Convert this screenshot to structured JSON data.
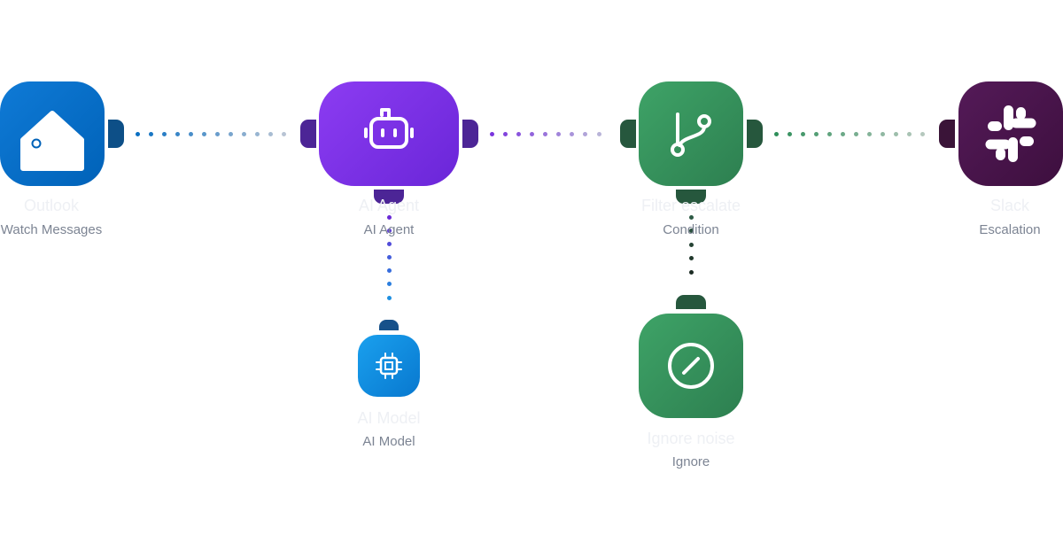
{
  "colors": {
    "outlook": "#0f7ad6",
    "agent": "#8c3cf2",
    "filter": "#3ea367",
    "slack": "#541a58",
    "model": "#1aa0ee",
    "title_text": "#eef0f4",
    "sub_text": "#7c8493"
  },
  "nodes": {
    "outlook": {
      "title": "Outlook",
      "subtitle": "Watch Messages",
      "icon": "house-icon"
    },
    "agent": {
      "title": "AI Agent",
      "subtitle": "AI Agent",
      "icon": "robot-icon"
    },
    "filter": {
      "title": "Filter escalate",
      "subtitle": "Condition",
      "icon": "branch-icon"
    },
    "slack": {
      "title": "Slack",
      "subtitle": "Escalation",
      "icon": "slack-icon"
    },
    "model": {
      "title": "AI Model",
      "subtitle": "AI Model",
      "icon": "chip-icon"
    },
    "ignore": {
      "title": "Ignore noise",
      "subtitle": "Ignore",
      "icon": "ban-icon"
    }
  },
  "connections": [
    {
      "from": "Outlook",
      "to": "AI Agent"
    },
    {
      "from": "AI Agent",
      "to": "Filter escalate"
    },
    {
      "from": "Filter escalate",
      "to": "Slack"
    },
    {
      "from": "AI Agent",
      "to": "AI Model"
    },
    {
      "from": "Filter escalate",
      "to": "Ignore noise"
    }
  ]
}
